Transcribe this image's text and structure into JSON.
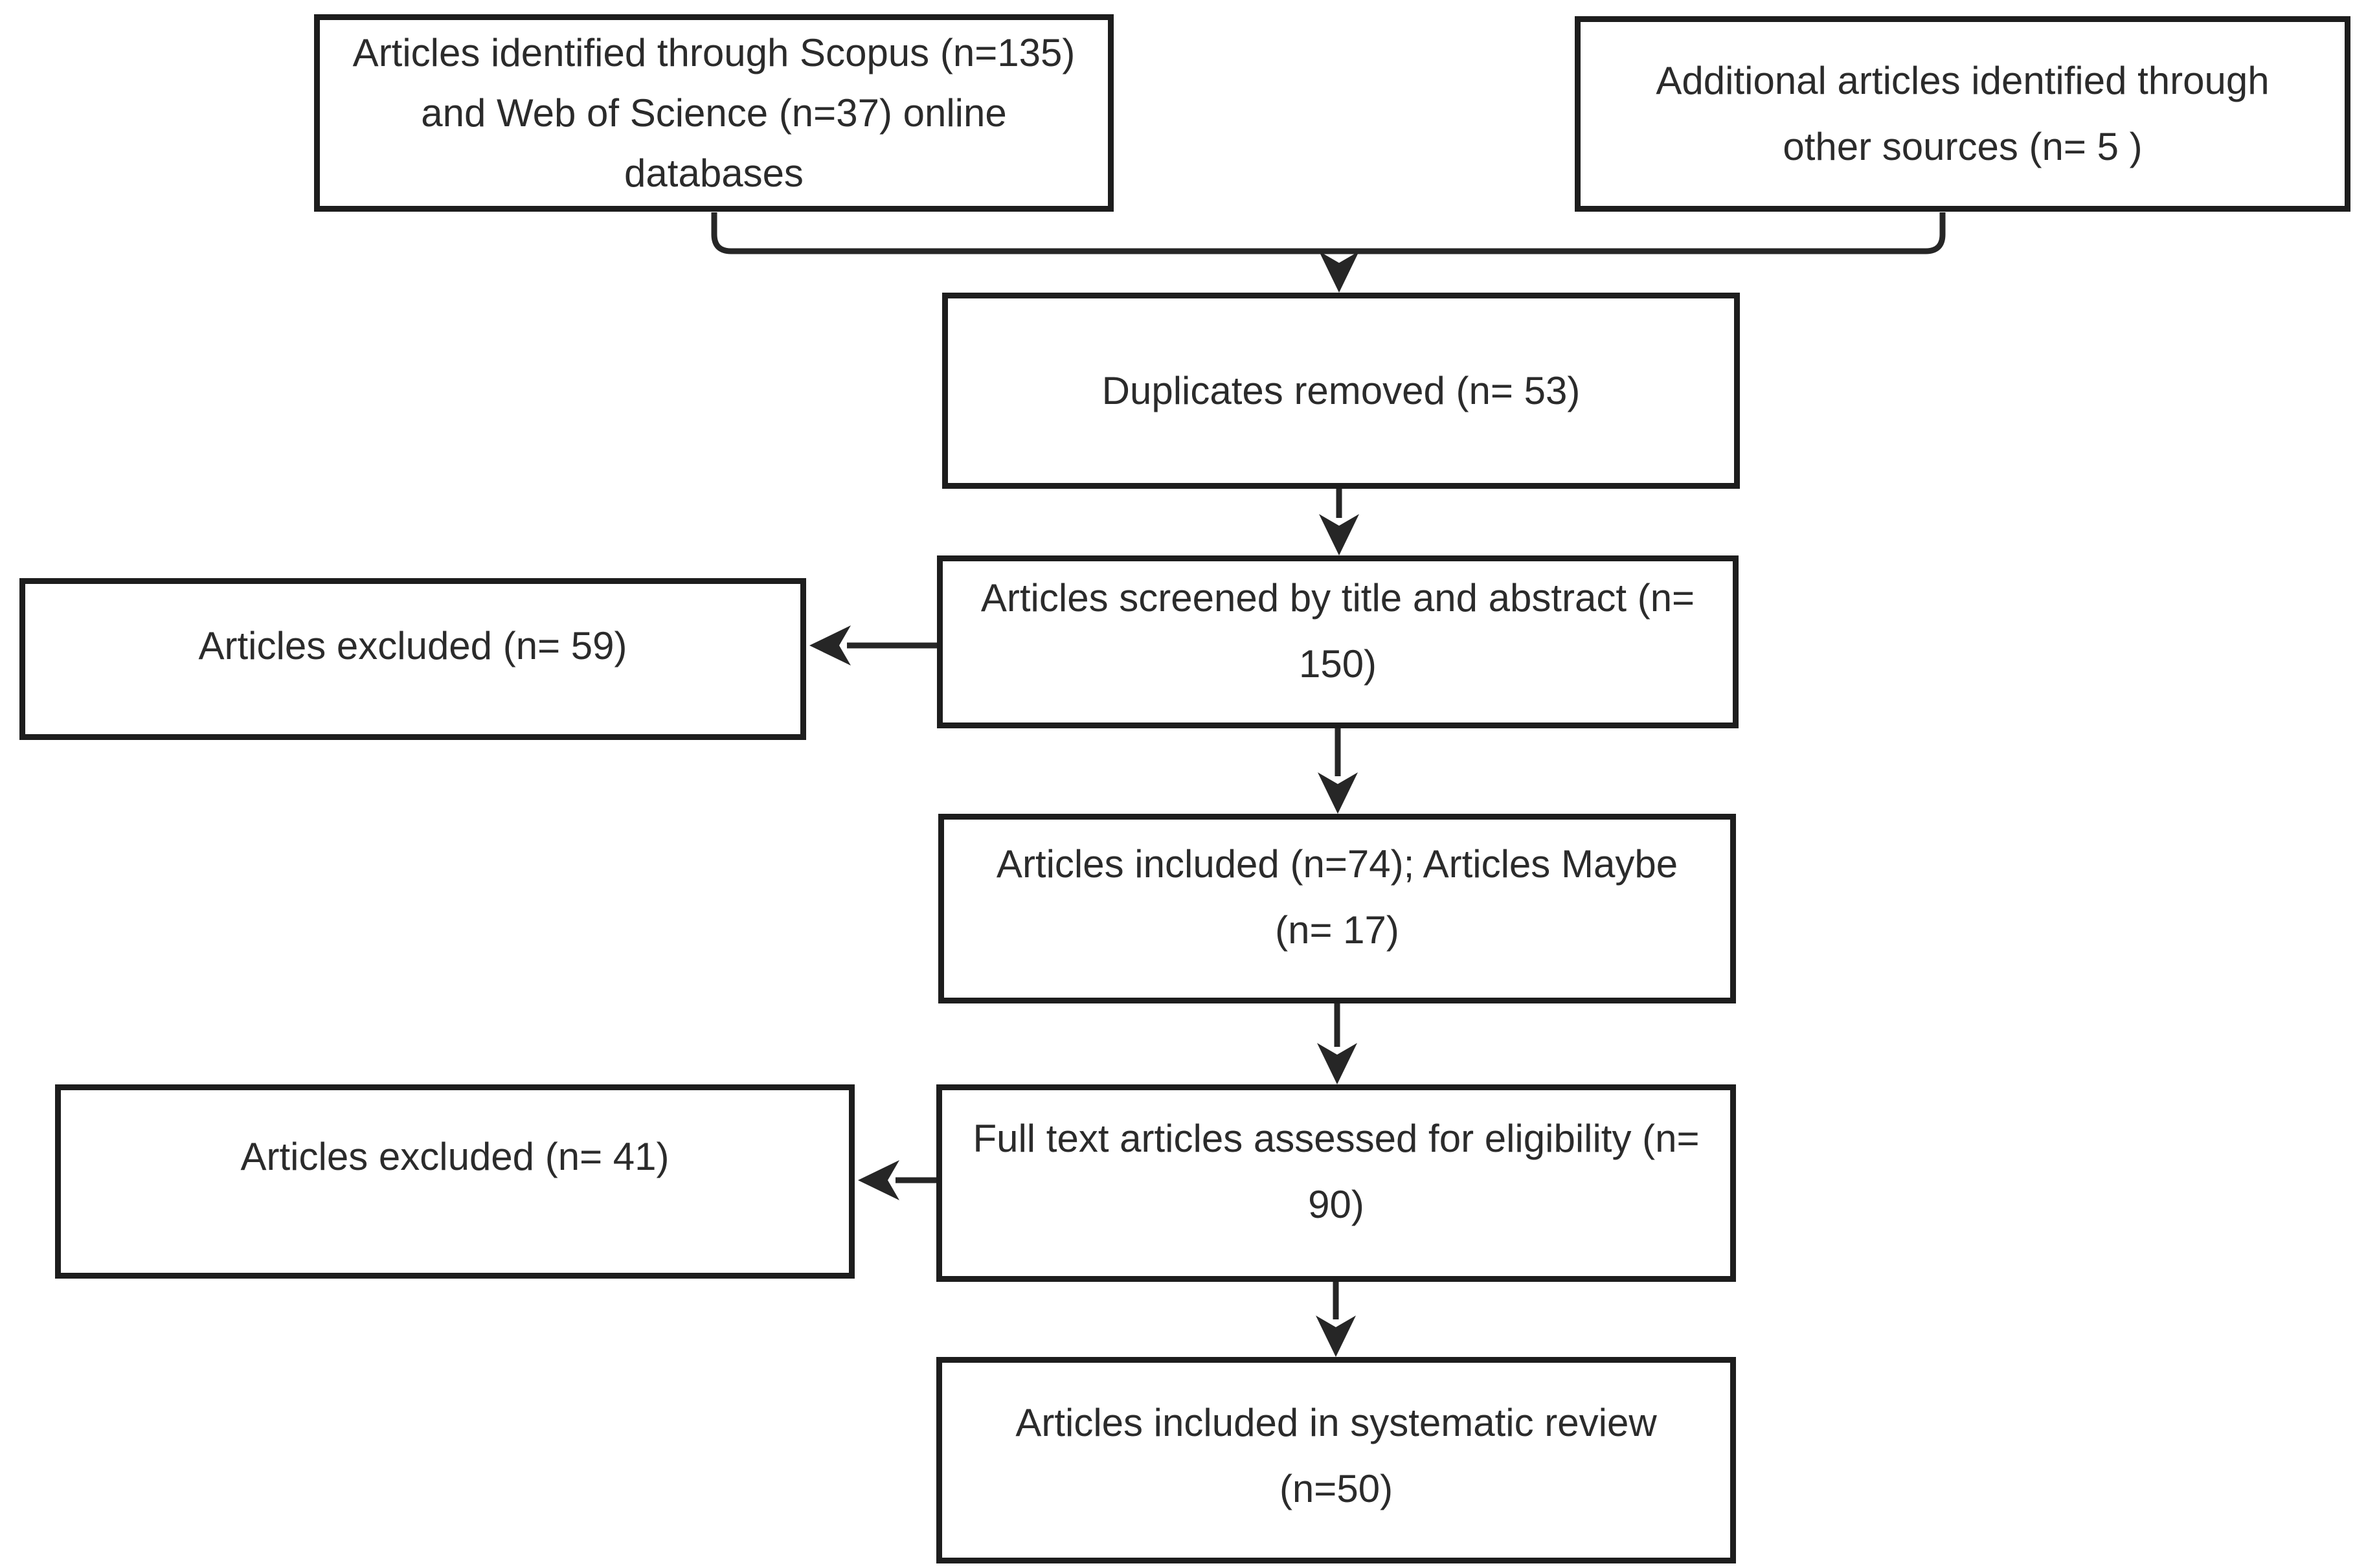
{
  "diagram": {
    "type": "flowchart",
    "background_color": "#ffffff",
    "line_color": "#262626",
    "border_color": "#1d1d1d",
    "text_color": "#2b2b2b",
    "nodes": [
      {
        "id": "sources-databases",
        "label": "Articles identified through Scopus (n=135)\nand Web of Science (n=37) online\ndatabases"
      },
      {
        "id": "sources-other",
        "label": "Additional articles identified through\nother sources (n= 5 )"
      },
      {
        "id": "duplicates-removed",
        "label": "Duplicates removed (n= 53)"
      },
      {
        "id": "screened",
        "label": "Articles screened by title and abstract (n=\n150)"
      },
      {
        "id": "excluded-screening",
        "label": "Articles excluded (n= 59)"
      },
      {
        "id": "included-maybe",
        "label": "Articles included (n=74); Articles Maybe\n(n= 17)"
      },
      {
        "id": "fulltext-assessed",
        "label": "Full text articles assessed for eligibility (n=\n90)"
      },
      {
        "id": "excluded-fulltext",
        "label": "Articles excluded (n= 41)"
      },
      {
        "id": "included-review",
        "label": "Articles included in systematic review\n(n=50)"
      }
    ],
    "edges": [
      {
        "from": "sources-databases",
        "to": "duplicates-removed"
      },
      {
        "from": "sources-other",
        "to": "duplicates-removed"
      },
      {
        "from": "duplicates-removed",
        "to": "screened"
      },
      {
        "from": "screened",
        "to": "excluded-screening"
      },
      {
        "from": "screened",
        "to": "included-maybe"
      },
      {
        "from": "included-maybe",
        "to": "fulltext-assessed"
      },
      {
        "from": "fulltext-assessed",
        "to": "excluded-fulltext"
      },
      {
        "from": "fulltext-assessed",
        "to": "included-review"
      }
    ]
  }
}
